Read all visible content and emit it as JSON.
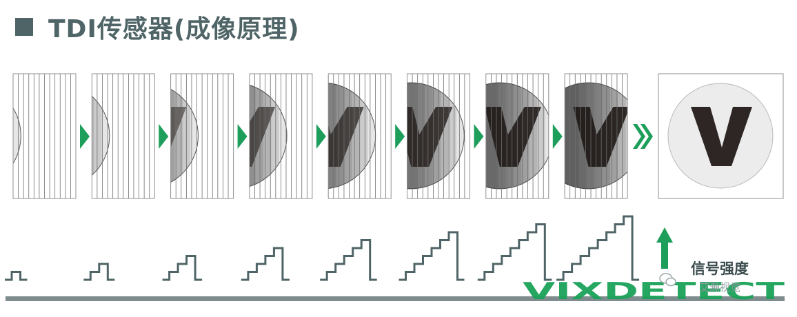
{
  "title": "TDI传感器(成像原理)",
  "signal_label": "信号强度",
  "watermark": "艾瀚视觉",
  "logo_text": "VIXDETECT",
  "result_letter": "V",
  "colors": {
    "title": "#4f6466",
    "arrow_green": "#1e9e5b",
    "step_line": "#4f6466",
    "baseline": "#7f8c8d",
    "logo_green": "#1aa35a"
  },
  "icons": [
    "title-square-icon",
    "green-triangle-arrow-icon",
    "double-chevron-icon",
    "up-arrow-icon",
    "wechat-icon"
  ],
  "stages": [
    {
      "stage": 1,
      "exposure_levels": 1
    },
    {
      "stage": 2,
      "exposure_levels": 2
    },
    {
      "stage": 3,
      "exposure_levels": 3
    },
    {
      "stage": 4,
      "exposure_levels": 4
    },
    {
      "stage": 5,
      "exposure_levels": 5
    },
    {
      "stage": 6,
      "exposure_levels": 6
    },
    {
      "stage": 7,
      "exposure_levels": 7
    },
    {
      "stage": 8,
      "exposure_levels": 8
    }
  ],
  "columns_per_panel": 12
}
